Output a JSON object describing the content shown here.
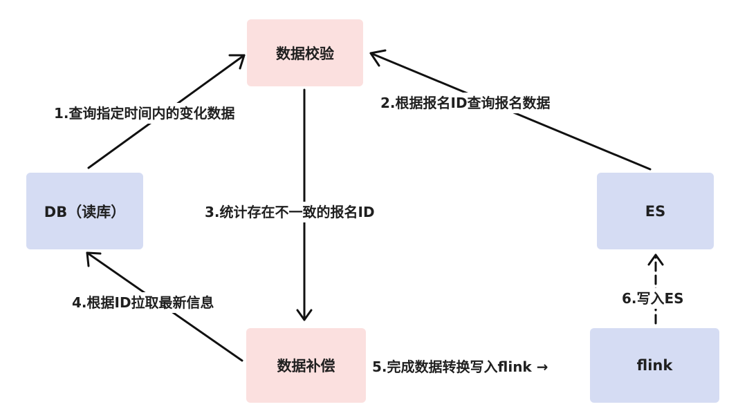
{
  "nodes": {
    "verify": "数据校验",
    "db": "DB（读库）",
    "es": "ES",
    "compensate": "数据补偿",
    "flink": "flink"
  },
  "edges": {
    "e1": "1.查询指定时间内的变化数据",
    "e2": "2.根据报名ID查询报名数据",
    "e3": "3.统计存在不一致的报名ID",
    "e4": "4.根据ID拉取最新信息",
    "e5": "5.完成数据转换写入flink →",
    "e6": "6.写入ES"
  },
  "colors": {
    "pink_node": "#fbe0df",
    "blue_node": "#d5dcf3",
    "line": "#111111"
  }
}
